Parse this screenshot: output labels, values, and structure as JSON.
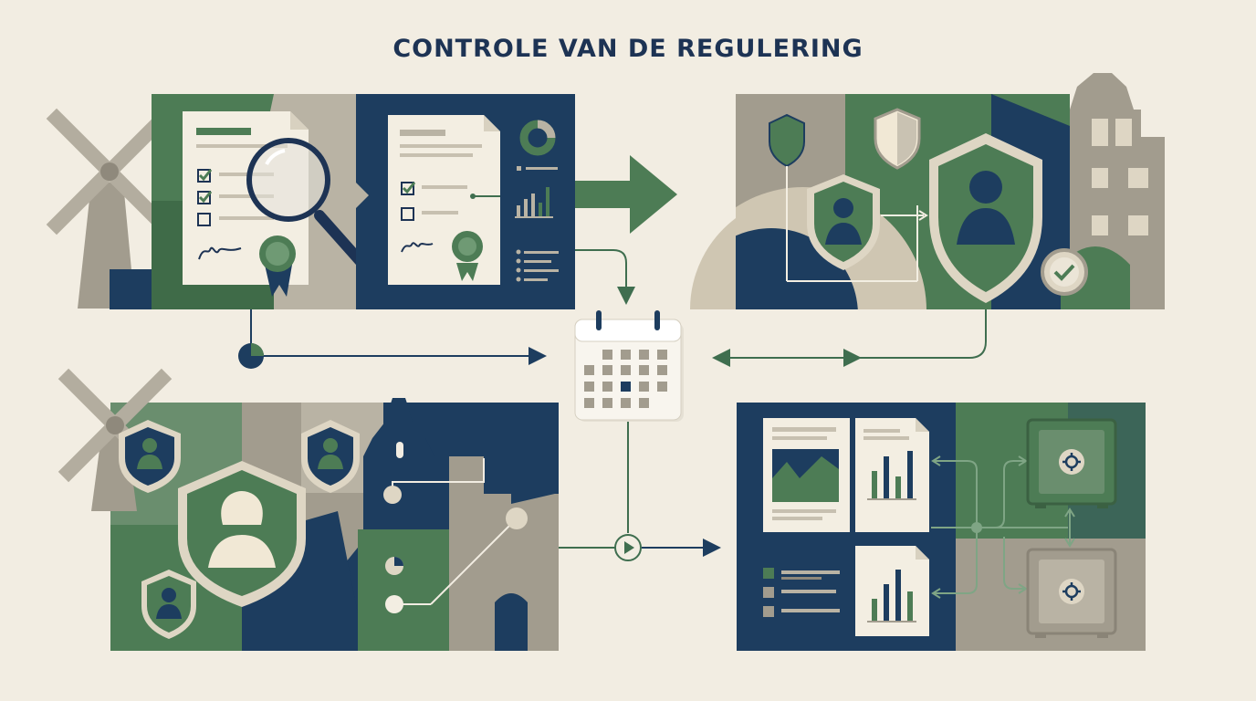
{
  "title": "CONTROLE VAN DE REGULERING",
  "colors": {
    "background": "#f2ede2",
    "navy": "#1d3d5f",
    "green": "#4d7c55",
    "taupe": "#a29c8e",
    "paper": "#f3eee2",
    "ink": "#1d3354",
    "line": "#3f6e4f"
  },
  "panels": [
    {
      "name": "panel-document-review",
      "icons": [
        "checklist-document-icon",
        "magnifier-icon",
        "seal-icon"
      ]
    },
    {
      "name": "panel-compliance-report",
      "icons": [
        "donut-chart-icon",
        "bar-chart-icon",
        "seal-icon"
      ]
    },
    {
      "name": "panel-identity-protection",
      "icons": [
        "shield-user-icon",
        "check-circle-icon"
      ]
    },
    {
      "name": "panel-personal-data-protection",
      "icons": [
        "shield-user-icon",
        "network-icon"
      ]
    },
    {
      "name": "panel-secure-reporting",
      "icons": [
        "report-chart-icon",
        "safe-icon"
      ]
    }
  ],
  "hub": {
    "name": "calendar-hub",
    "icon": "calendar-icon"
  }
}
